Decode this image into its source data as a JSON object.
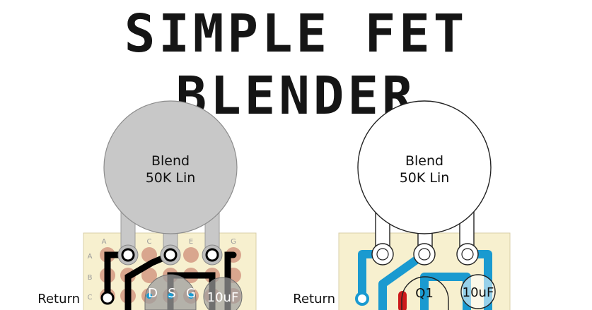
{
  "title": "SIMPLE FET BLENDER",
  "left": {
    "pot": {
      "name": "Blend",
      "value": "50K Lin"
    },
    "columns": [
      "A",
      "C",
      "E",
      "G"
    ],
    "rows": [
      "A",
      "B",
      "C"
    ],
    "return_label": "Return",
    "fet_pins": [
      "D",
      "S",
      "G"
    ],
    "cap_label": "10uF"
  },
  "right": {
    "pot": {
      "name": "Blend",
      "value": "50K Lin"
    },
    "return_label": "Return",
    "transistor_label": "Q1",
    "cap_label": "10uF"
  },
  "colors": {
    "board": "#f7f0cf",
    "pad": "#d9a68e",
    "pot_fill_left": "#c8c8c8",
    "trace_blue": "#1a9ad0",
    "wire_black": "#000000",
    "trace_red": "#cc1a1a"
  }
}
